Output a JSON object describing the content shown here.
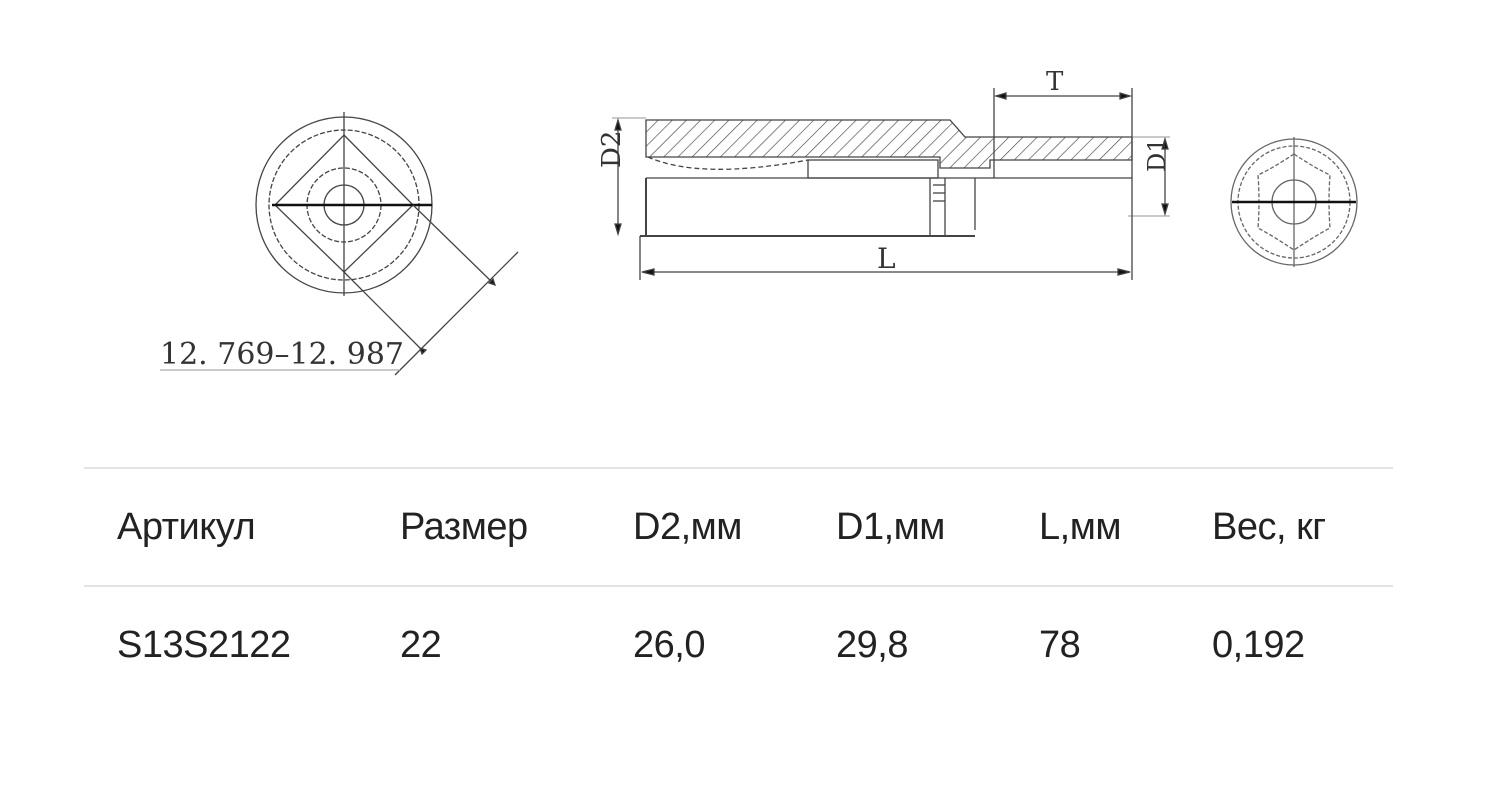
{
  "drawing": {
    "front_view": {
      "dimension_label": "12. 769–12. 987"
    },
    "side_view": {
      "labels": {
        "d2": "D2",
        "d1": "D1",
        "l": "L",
        "t": "T"
      }
    },
    "rear_view": {}
  },
  "spec_table": {
    "headers": [
      "Артикул",
      "Размер",
      "D2,мм",
      "D1,мм",
      "L,мм",
      "Вес, кг"
    ],
    "rows": [
      [
        "S13S2122",
        "22",
        "26,0",
        "29,8",
        "78",
        "0,192"
      ]
    ],
    "border_color": "#e3e3e6",
    "text_color": "#222222"
  }
}
